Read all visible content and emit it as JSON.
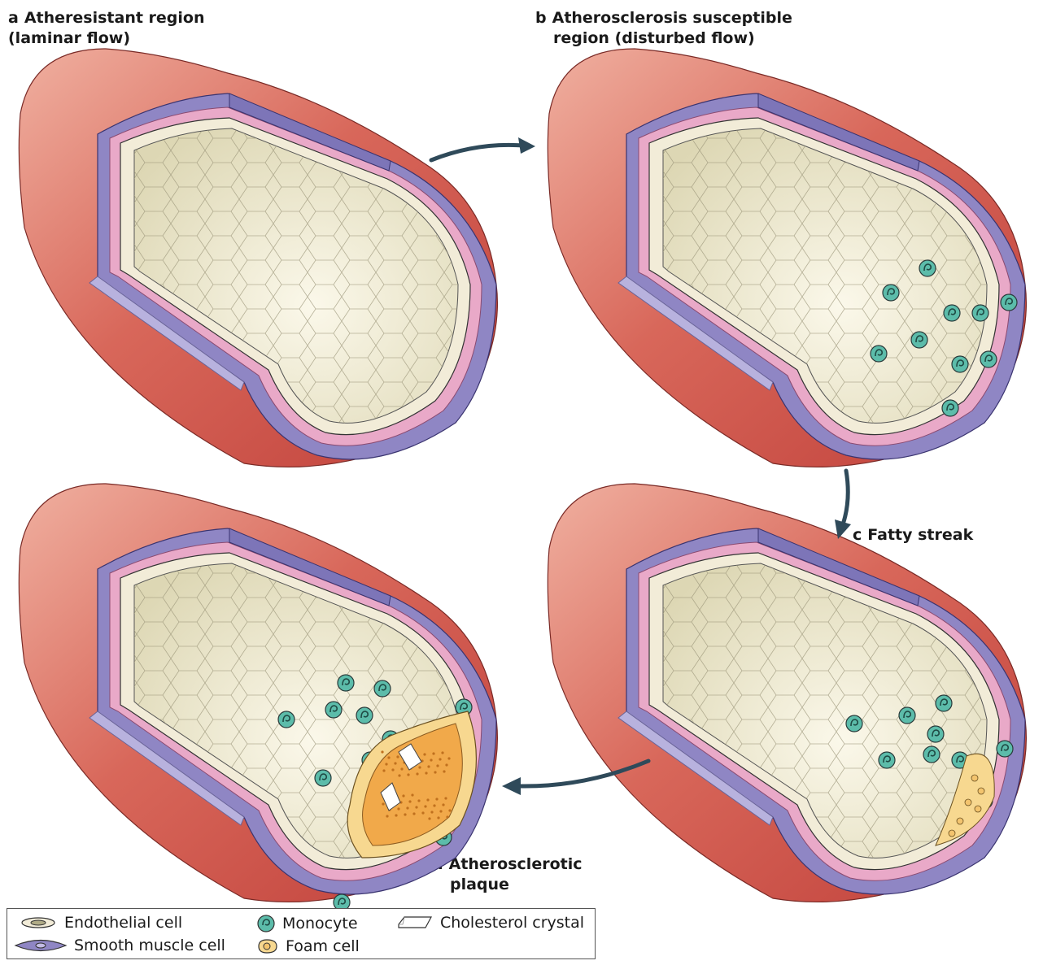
{
  "panels": {
    "a": {
      "letter": "a",
      "title_lines": [
        "Atheresistant region",
        "(laminar flow)"
      ]
    },
    "b": {
      "letter": "b",
      "title_lines": [
        "Atherosclerosis susceptible",
        "region (disturbed flow)"
      ]
    },
    "c": {
      "letter": "c",
      "title_lines": [
        "Fatty streak"
      ]
    },
    "d": {
      "letter": "d",
      "title_lines": [
        "Atherosclerotic",
        "plaque"
      ]
    }
  },
  "legend": {
    "items": [
      {
        "key": "endothelial",
        "label": "Endothelial cell"
      },
      {
        "key": "smooth_muscle",
        "label": "Smooth muscle cell"
      },
      {
        "key": "monocyte",
        "label": "Monocyte"
      },
      {
        "key": "foam",
        "label": "Foam cell"
      },
      {
        "key": "cholesterol",
        "label": "Cholesterol crystal"
      }
    ]
  },
  "colors": {
    "vessel_outer": "#d8675a",
    "vessel_dark": "#c0403a",
    "vessel_light": "#f0b0a0",
    "smooth_muscle": "#8f86c4",
    "internal_lamina": "#e9a9c8",
    "endothelium": "#f2ecd8",
    "lumen": "#ddd7b4",
    "monocyte": "#5cbcaa",
    "foam": "#f7d890",
    "plaque_core": "#f1a94a",
    "arrow": "#2f4a5a"
  }
}
